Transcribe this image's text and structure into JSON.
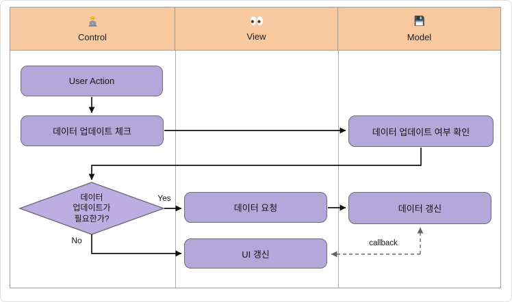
{
  "diagram": {
    "title": "MVC update flow (swimlane flowchart)",
    "lanes": [
      {
        "label": "Control",
        "icon": "technologist-icon"
      },
      {
        "label": "View",
        "icon": "eyes-icon"
      },
      {
        "label": "Model",
        "icon": "floppy-disk-icon"
      }
    ],
    "nodes": {
      "user_action": {
        "label": "User Action",
        "shape": "rounded-rect",
        "lane": "Control"
      },
      "check_update": {
        "label": "데이터 업데이트 체크",
        "shape": "rounded-rect",
        "lane": "Control"
      },
      "confirm_update": {
        "label": "데이터 업데이트 여부 확인",
        "shape": "rounded-rect",
        "lane": "Model"
      },
      "decision": {
        "label": "데이터 업데이트가 필요한가?",
        "lines": [
          "데이터",
          "업데이트가",
          "필요한가?"
        ],
        "shape": "diamond",
        "lane": "Control"
      },
      "data_request": {
        "label": "데이터 요청",
        "shape": "rounded-rect",
        "lane": "View"
      },
      "data_refresh": {
        "label": "데이터 갱신",
        "shape": "rounded-rect",
        "lane": "Model"
      },
      "ui_refresh": {
        "label": "UI 갱신",
        "shape": "rounded-rect",
        "lane": "View"
      }
    },
    "edges": [
      {
        "from": "user_action",
        "to": "check_update",
        "label": "",
        "style": "solid"
      },
      {
        "from": "check_update",
        "to": "confirm_update",
        "label": "",
        "style": "solid"
      },
      {
        "from": "confirm_update",
        "to": "decision",
        "label": "",
        "style": "solid"
      },
      {
        "from": "decision",
        "to": "data_request",
        "label": "Yes",
        "style": "solid"
      },
      {
        "from": "data_request",
        "to": "data_refresh",
        "label": "",
        "style": "solid"
      },
      {
        "from": "decision",
        "to": "ui_refresh",
        "label": "No",
        "style": "solid"
      },
      {
        "from": "data_refresh",
        "to": "ui_refresh",
        "label": "callback",
        "style": "dashed-bidirectional"
      }
    ],
    "colors": {
      "lane_header_fill": "#F8C99E",
      "node_fill": "#B4A7DA",
      "node_border": "#6E6879",
      "grid_border": "#9C9C9C",
      "arrow": "#111111",
      "dashed_arrow": "#666666"
    }
  }
}
